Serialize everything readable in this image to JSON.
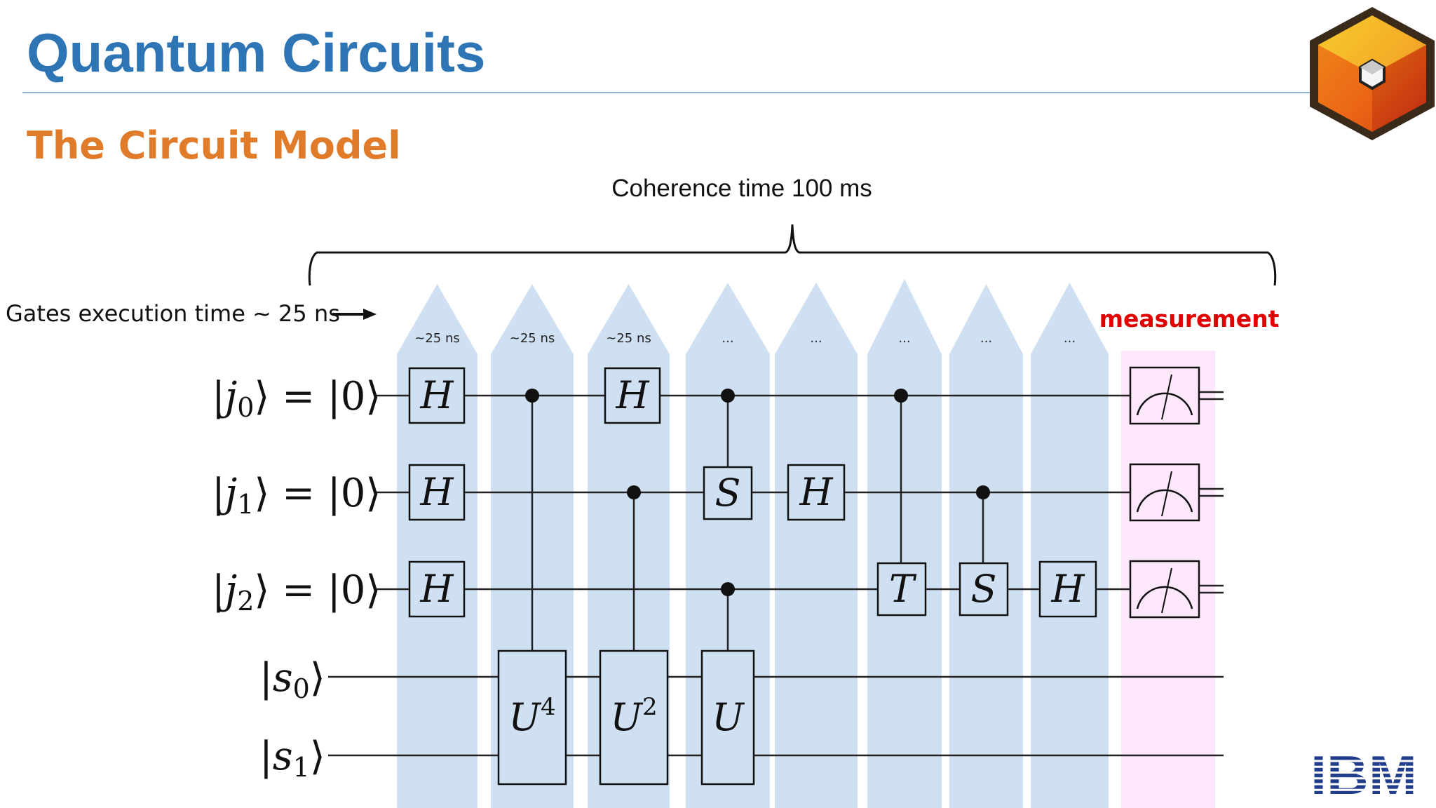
{
  "slide": {
    "title": "Quantum Circuits",
    "subtitle": "The Circuit Model"
  },
  "annotations": {
    "coherence": "Coherence time 100 ms",
    "gates_time": "Gates execution time ~ 25 ns",
    "measurement": "measurement"
  },
  "column_labels": [
    "~25 ns",
    "~25 ns",
    "~25 ns",
    "...",
    "...",
    "...",
    "...",
    "..."
  ],
  "qubits": [
    {
      "name": "j",
      "sub": "0",
      "init": "|0⟩"
    },
    {
      "name": "j",
      "sub": "1",
      "init": "|0⟩"
    },
    {
      "name": "j",
      "sub": "2",
      "init": "|0⟩"
    },
    {
      "name": "s",
      "sub": "0",
      "init": ""
    },
    {
      "name": "s",
      "sub": "1",
      "init": ""
    }
  ],
  "gates": {
    "hadamard": "H",
    "phase_s": "S",
    "t_gate": "T",
    "u4_base": "U",
    "u4_exp": "4",
    "u2_base": "U",
    "u2_exp": "2",
    "u_base": "U"
  },
  "logos": {
    "ibm": "IBM",
    "qiskit_icon": "cube-logo-icon"
  },
  "colors": {
    "title": "#2e75b6",
    "subtitle": "#e07b2a",
    "column_fill": "#cfe0f2",
    "measure_fill": "#fde8fb",
    "measurement_label": "#e00000",
    "wire": "#222222"
  }
}
